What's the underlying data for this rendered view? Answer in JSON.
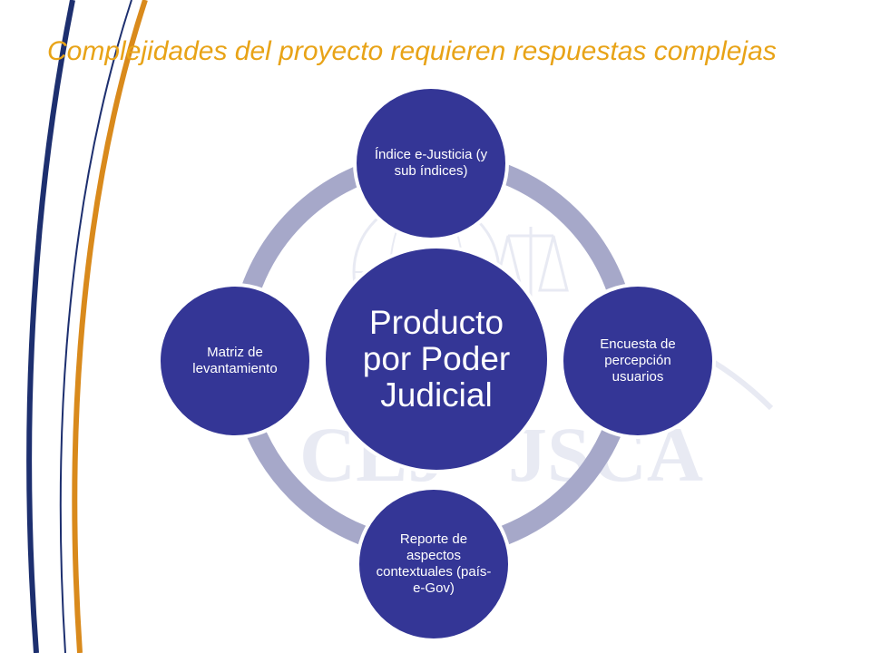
{
  "slide": {
    "title": "Complejidades del proyecto requieren respuestas complejas"
  },
  "diagram": {
    "center": {
      "label": "Producto por Poder Judicial"
    },
    "nodes": [
      {
        "id": "top",
        "label": "Índice e-Justicia (y sub índices)"
      },
      {
        "id": "right",
        "label": "Encuesta de percepción usuarios"
      },
      {
        "id": "bottom",
        "label": "Reporte de aspectos contextuales (país-e-Gov)"
      },
      {
        "id": "left",
        "label": "Matriz de levantamiento"
      }
    ],
    "watermark": {
      "left_text": "CEJ",
      "right_text": "JSCA"
    }
  },
  "colors": {
    "node_fill": "#343696",
    "ring": "#a6a8c9",
    "title": "#e8a317",
    "curve_blue": "#1d2f6f",
    "curve_orange": "#d98a1c",
    "watermark": "#e6e8f2"
  }
}
